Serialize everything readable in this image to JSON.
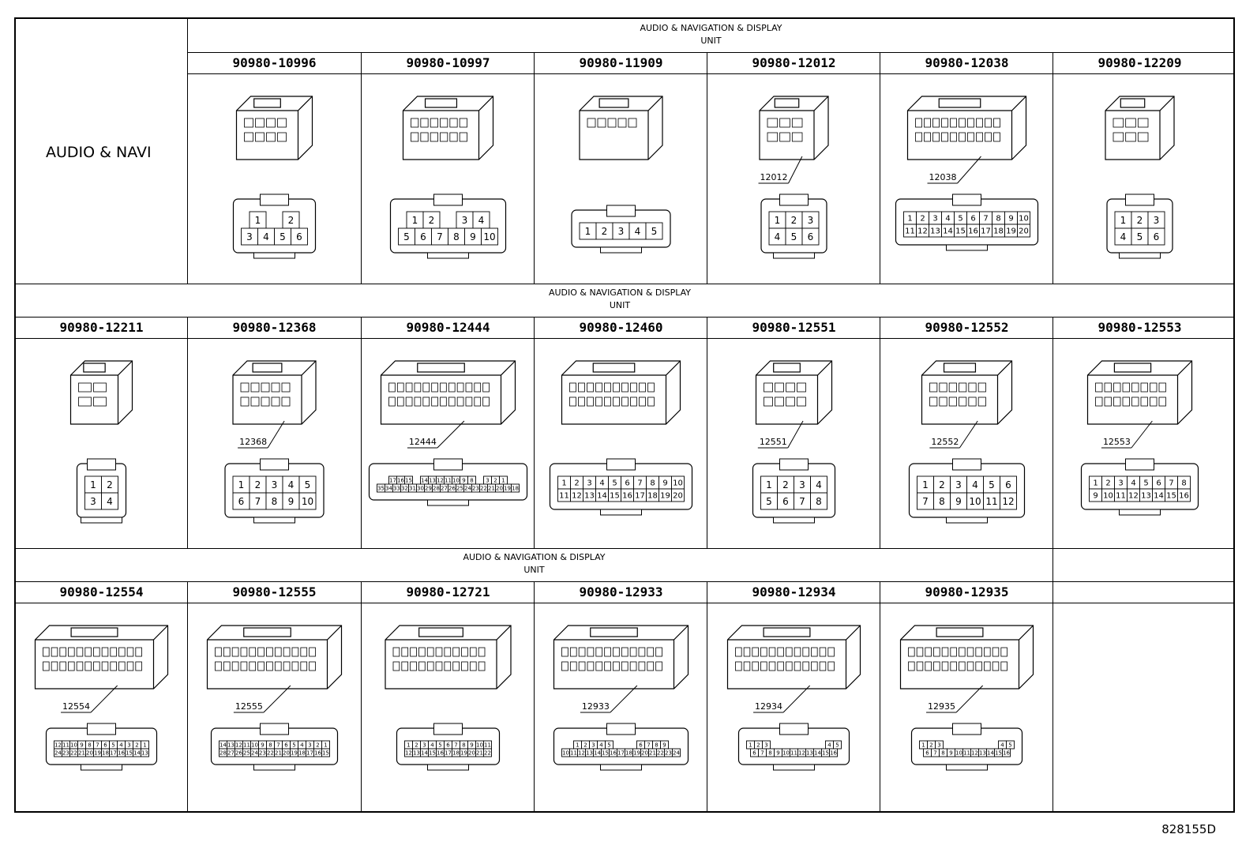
{
  "row_label": "AUDIO & NAVI",
  "group_header": {
    "line1": "AUDIO & NAVIGATION & DISPLAY",
    "line2": "UNIT"
  },
  "doc_id": "828155D",
  "rows": [
    {
      "parts": [
        {
          "part": "90980-10996",
          "callout": "",
          "pins": [
            [
              "1",
              "",
              "2"
            ],
            [
              "3",
              "4",
              "5",
              "6"
            ]
          ]
        },
        {
          "part": "90980-10997",
          "callout": "",
          "pins": [
            [
              "1",
              "2",
              "",
              "3",
              "4"
            ],
            [
              "5",
              "6",
              "7",
              "8",
              "9",
              "10"
            ]
          ]
        },
        {
          "part": "90980-11909",
          "callout": "",
          "pins": [
            [
              "1",
              "2",
              "3",
              "4",
              "5"
            ]
          ]
        },
        {
          "part": "90980-12012",
          "callout": "12012",
          "pins": [
            [
              "1",
              "2",
              "3"
            ],
            [
              "4",
              "5",
              "6"
            ]
          ]
        },
        {
          "part": "90980-12038",
          "callout": "12038",
          "pins": [
            [
              "1",
              "2",
              "3",
              "4",
              "5",
              "6",
              "7",
              "8",
              "9",
              "10"
            ],
            [
              "11",
              "12",
              "13",
              "14",
              "15",
              "16",
              "17",
              "18",
              "19",
              "20"
            ]
          ]
        },
        {
          "part": "90980-12209",
          "callout": "",
          "pins": [
            [
              "1",
              "2",
              "3"
            ],
            [
              "4",
              "5",
              "6"
            ]
          ]
        }
      ]
    },
    {
      "parts": [
        {
          "part": "90980-12211",
          "callout": "",
          "pins": [
            [
              "1",
              "2"
            ],
            [
              "3",
              "4"
            ]
          ]
        },
        {
          "part": "90980-12368",
          "callout": "12368",
          "pins": [
            [
              "1",
              "2",
              "3",
              "4",
              "5"
            ],
            [
              "6",
              "7",
              "8",
              "9",
              "10"
            ]
          ]
        },
        {
          "part": "90980-12444",
          "callout": "12444",
          "pins": [
            [
              "17",
              "16",
              "15",
              "",
              "14",
              "13",
              "12",
              "11",
              "10",
              "9",
              "8",
              "",
              "3",
              "2",
              "1"
            ],
            [
              "35",
              "34",
              "33",
              "32",
              "31",
              "30",
              "29",
              "28",
              "27",
              "26",
              "25",
              "24",
              "23",
              "22",
              "21",
              "20",
              "19",
              "18"
            ]
          ]
        },
        {
          "part": "90980-12460",
          "callout": "",
          "pins": [
            [
              "1",
              "2",
              "3",
              "4",
              "5",
              "6",
              "7",
              "8",
              "9",
              "10"
            ],
            [
              "11",
              "12",
              "13",
              "14",
              "15",
              "16",
              "17",
              "18",
              "19",
              "20"
            ]
          ]
        },
        {
          "part": "90980-12551",
          "callout": "12551",
          "pins": [
            [
              "1",
              "2",
              "3",
              "4"
            ],
            [
              "5",
              "6",
              "7",
              "8"
            ]
          ]
        },
        {
          "part": "90980-12552",
          "callout": "12552",
          "pins": [
            [
              "1",
              "2",
              "3",
              "4",
              "5",
              "6"
            ],
            [
              "7",
              "8",
              "9",
              "10",
              "11",
              "12"
            ]
          ]
        },
        {
          "part": "90980-12553",
          "callout": "12553",
          "pins": [
            [
              "1",
              "2",
              "3",
              "4",
              "5",
              "6",
              "7",
              "8"
            ],
            [
              "9",
              "10",
              "11",
              "12",
              "13",
              "14",
              "15",
              "16"
            ]
          ]
        }
      ]
    },
    {
      "parts": [
        {
          "part": "90980-12554",
          "callout": "12554",
          "pins": [
            [
              "12",
              "11",
              "10",
              "9",
              "8",
              "7",
              "6",
              "5",
              "4",
              "3",
              "2",
              "1"
            ],
            [
              "24",
              "23",
              "22",
              "21",
              "20",
              "19",
              "18",
              "17",
              "16",
              "15",
              "14",
              "13"
            ]
          ]
        },
        {
          "part": "90980-12555",
          "callout": "12555",
          "pins": [
            [
              "14",
              "13",
              "12",
              "11",
              "10",
              "9",
              "8",
              "7",
              "6",
              "5",
              "4",
              "3",
              "2",
              "1"
            ],
            [
              "28",
              "27",
              "26",
              "25",
              "24",
              "23",
              "22",
              "21",
              "20",
              "19",
              "18",
              "17",
              "16",
              "15"
            ]
          ]
        },
        {
          "part": "90980-12721",
          "callout": "",
          "pins": [
            [
              "1",
              "2",
              "3",
              "4",
              "5",
              "6",
              "7",
              "8",
              "9",
              "10",
              "11"
            ],
            [
              "12",
              "13",
              "14",
              "15",
              "16",
              "17",
              "18",
              "19",
              "20",
              "21",
              "22"
            ]
          ]
        },
        {
          "part": "90980-12933",
          "callout": "12933",
          "pins": [
            [
              "1",
              "2",
              "3",
              "4",
              "5",
              "",
              "",
              "",
              "6",
              "7",
              "8",
              "9"
            ],
            [
              "10",
              "11",
              "12",
              "13",
              "14",
              "15",
              "16",
              "17",
              "18",
              "19",
              "20",
              "21",
              "22",
              "23",
              "24"
            ]
          ]
        },
        {
          "part": "90980-12934",
          "callout": "12934",
          "pins": [
            [
              "1",
              "2",
              "3",
              "",
              "",
              "",
              "",
              "",
              "",
              "",
              "4",
              "5"
            ],
            [
              "6",
              "7",
              "8",
              "9",
              "10",
              "11",
              "12",
              "13",
              "14",
              "15",
              "16"
            ]
          ]
        },
        {
          "part": "90980-12935",
          "callout": "12935",
          "pins": [
            [
              "1",
              "2",
              "3",
              "",
              "",
              "",
              "",
              "",
              "",
              "",
              "4",
              "5"
            ],
            [
              "6",
              "7",
              "8",
              "9",
              "10",
              "11",
              "12",
              "13",
              "14",
              "15",
              "16"
            ]
          ]
        }
      ]
    }
  ]
}
